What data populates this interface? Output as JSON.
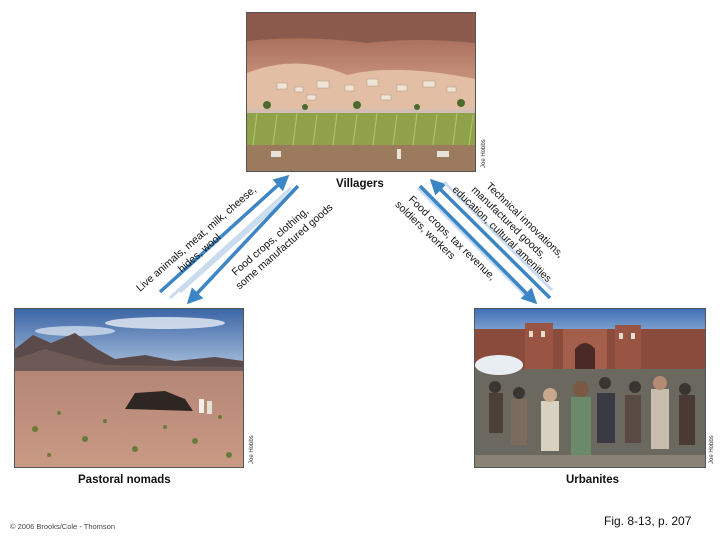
{
  "nodes": {
    "villagers": {
      "label": "Villagers",
      "credit": "Joe Hobbs"
    },
    "pastoral": {
      "label": "Pastoral nomads",
      "credit": "Joe Hobbs"
    },
    "urbanites": {
      "label": "Urbanites",
      "credit": "Joe Hobbs"
    }
  },
  "flows": {
    "pastoral_to_villagers": [
      "Live animals, meat, milk, cheese,",
      "hides, wool"
    ],
    "villagers_to_pastoral": [
      "Food crops, clothing,",
      "some manufactured goods"
    ],
    "villagers_to_urbanites": [
      "Food crops, tax revenue,",
      "soldiers, workers"
    ],
    "urbanites_to_villagers": [
      "Technical innovations,",
      "manufactured goods,",
      "education, cultural amenities"
    ]
  },
  "colors": {
    "arrow": "#3d86c6",
    "arrow_shadow": "#c9dcef"
  },
  "footer": {
    "copyright": "© 2006 Brooks/Cole - Thomson",
    "figure_ref": "Fig. 8-13, p. 207"
  }
}
